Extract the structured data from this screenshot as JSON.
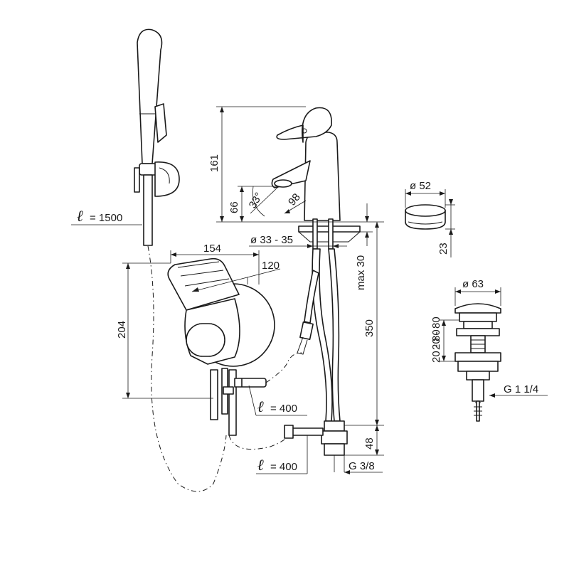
{
  "colors": {
    "line": "#1a1a1a",
    "background": "#ffffff"
  },
  "hose_lengths": [
    {
      "symbol": "ℓ",
      "value": "= 1500"
    },
    {
      "symbol": "ℓ",
      "value": "= 400"
    },
    {
      "symbol": "ℓ",
      "value": "= 400"
    }
  ],
  "mixer_dimensions": {
    "total_height": "161",
    "spout_height": "66",
    "spout_angle": "33°",
    "spout_reach": "98",
    "hole_diameter": "ø 33 - 35",
    "max_thickness": "max 30",
    "supply_length": "350",
    "valve_height": "48",
    "thread": "G 3/8"
  },
  "thermostat_dimensions": {
    "width": "154",
    "depth": "120",
    "height": "204"
  },
  "cap_dimensions": {
    "diameter": "ø 52",
    "height": "23"
  },
  "drain_dimensions": {
    "diameter": "ø 63",
    "adjust_range_top": "20 - 80",
    "adjust_range_side": "20 - 80",
    "thread": "G 1 1/4"
  }
}
